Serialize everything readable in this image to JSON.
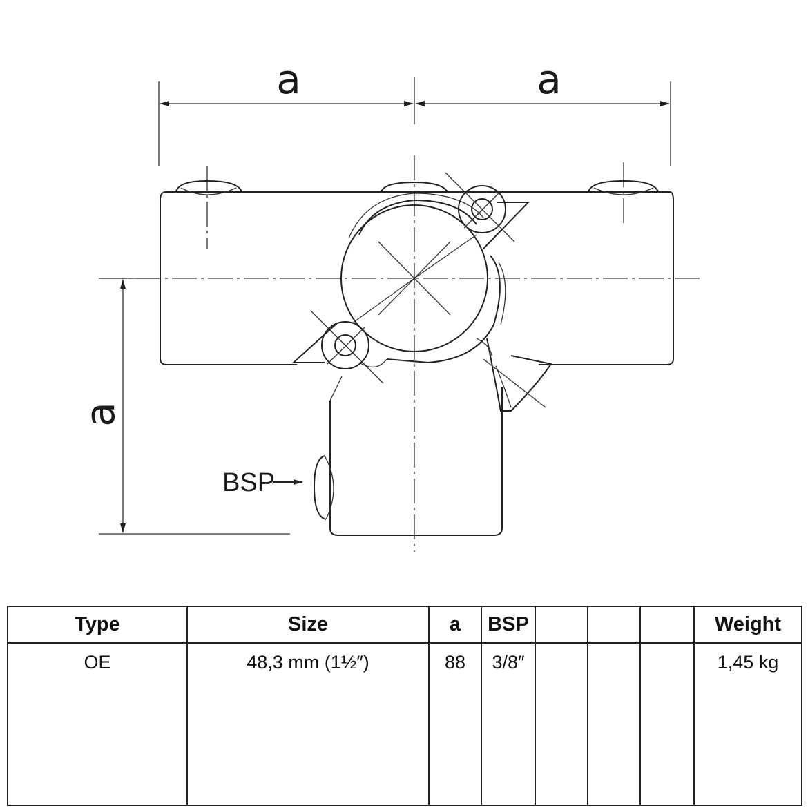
{
  "drawing": {
    "dimension_top_left": "a",
    "dimension_top_right": "a",
    "dimension_vertical": "a",
    "bsp_callout": "BSP"
  },
  "table": {
    "headers": [
      "Type",
      "Size",
      "a",
      "BSP",
      "",
      "",
      "",
      "Weight"
    ],
    "rows": [
      [
        "OE",
        "48,3 mm (1½″)",
        "88",
        "3/8″",
        "",
        "",
        "",
        "1,45 kg"
      ]
    ]
  }
}
